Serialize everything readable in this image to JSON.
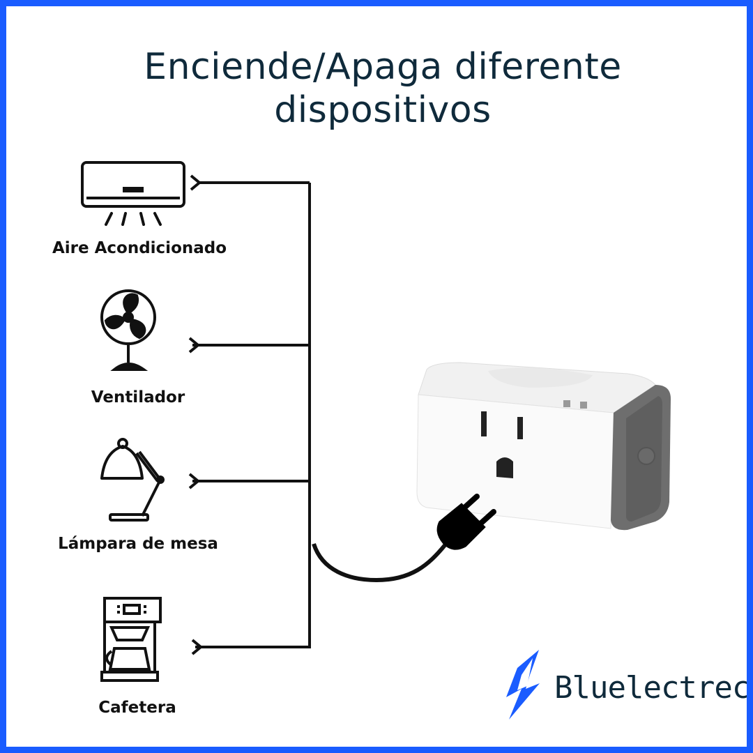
{
  "title": {
    "line1": "Enciende/Apaga diferente",
    "line2": "dispositivos"
  },
  "devices": [
    {
      "label": "Aire Acondicionado",
      "icon": "air-conditioner-icon"
    },
    {
      "label": "Ventilador",
      "icon": "fan-icon"
    },
    {
      "label": "Lámpara de mesa",
      "icon": "desk-lamp-icon"
    },
    {
      "label": "Cafetera",
      "icon": "coffee-maker-icon"
    }
  ],
  "brand": {
    "name": "Bluelectrec",
    "color": "#1a5cff"
  },
  "colors": {
    "border": "#1a5cff",
    "title": "#0f2a3b"
  }
}
